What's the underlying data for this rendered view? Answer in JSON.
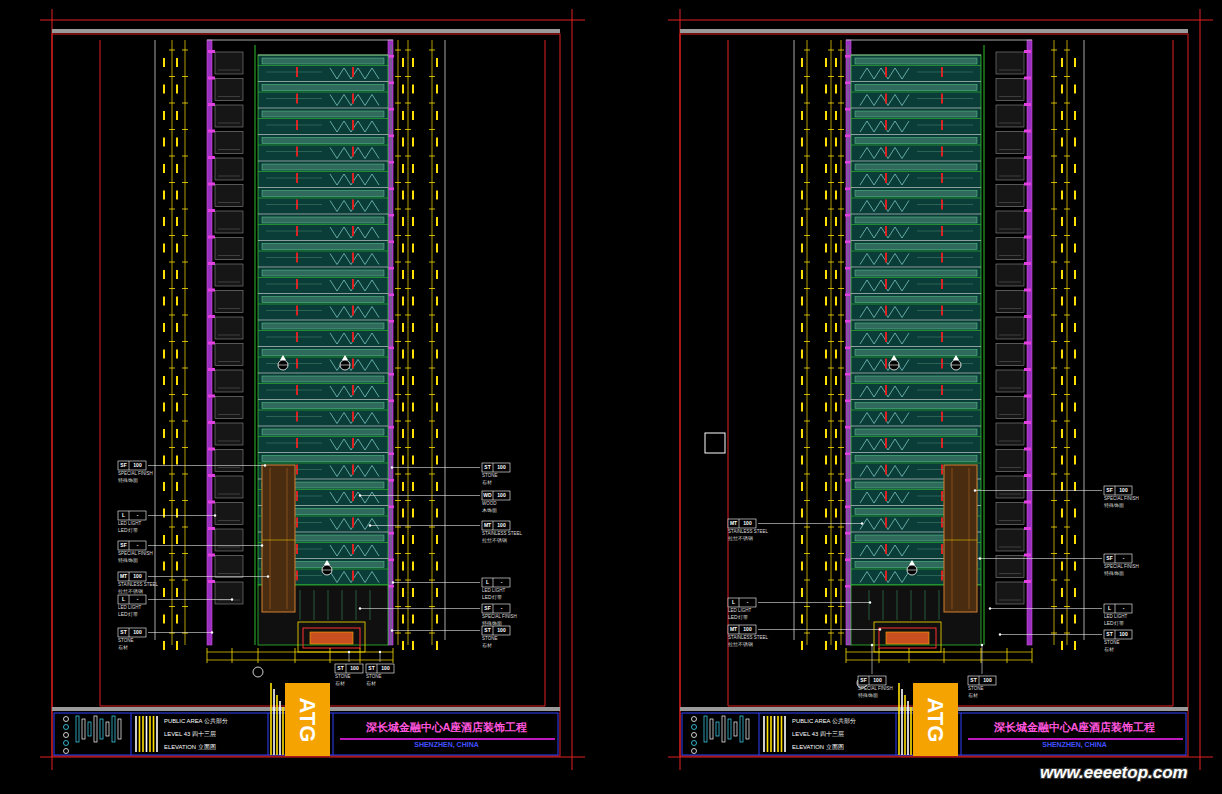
{
  "diagram": {
    "nodes": [
      {
        "text": [
          "PUBLIC AREA 公共部分",
          "LEVEL 43 四十三层",
          "ELEVATION 立面图"
        ]
      },
      {
        "text": [
          "ATG"
        ]
      },
      {
        "text": [
          "深长城金融中心A座酒店装饰工程",
          "SHENZHEN, CHINA"
        ]
      },
      {
        "text": [
          "PUBLIC AREA 公共部分",
          "LEVEL 43 四十三层",
          "ELEVATION 立面图"
        ]
      },
      {
        "text": [
          "ATG"
        ]
      },
      {
        "text": [
          "深长城金融中心A座酒店装饰工程",
          "SHENZHEN, CHINA"
        ]
      }
    ],
    "labels": [
      "SF",
      "100",
      "SPECIAL FINISH",
      "特殊饰面",
      "L",
      "-",
      "LED LIGHT",
      "LED灯带",
      "SF",
      "-",
      "SPECIAL FINISH",
      "特殊饰面",
      "MT",
      "100",
      "STAINLESS STEEL",
      "拉丝不锈钢",
      "L",
      "-",
      "LED LIGHT",
      "LED灯带",
      "ST",
      "100",
      "STONE",
      "石材",
      "ST",
      "100",
      "STONE",
      "石材",
      "WD",
      "100",
      "WOOD",
      "木饰面",
      "MT",
      "100",
      "STAINLESS STEEL",
      "拉丝不锈钢",
      "L",
      "-",
      "LED LIGHT",
      "LED灯带",
      "SF",
      "-",
      "SPECIAL FINISH",
      "特殊饰面",
      "ST",
      "100",
      "STONE",
      "石材",
      "ST",
      "100",
      "STONE",
      "石材",
      "ST",
      "100",
      "STONE",
      "石材",
      "MT",
      "100",
      "STAINLESS STEEL",
      "拉丝不锈钢",
      "L",
      "-",
      "LED LIGHT",
      "LED灯带",
      "MT",
      "100",
      "STAINLESS STEEL",
      "拉丝不锈钢",
      "SF",
      "100",
      "SPECIAL FINISH",
      "特殊饰面",
      "SF",
      "-",
      "SPECIAL FINISH",
      "特殊饰面",
      "L",
      "-",
      "LED LIGHT",
      "LED灯带",
      "ST",
      "100",
      "STONE",
      "石材",
      "SF",
      "100",
      "SPECIAL FINISH",
      "特殊饰面",
      "ST",
      "100",
      "STONE",
      "石材",
      "www.eeeetop.com"
    ]
  }
}
